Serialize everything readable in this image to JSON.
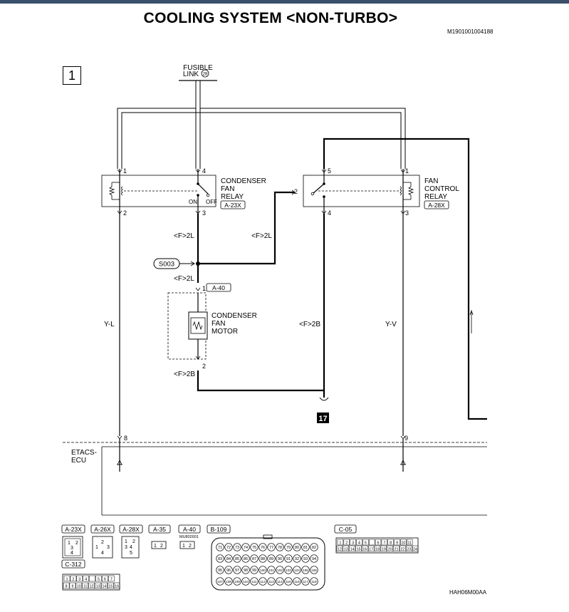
{
  "title": "COOLING SYSTEM <NON-TURBO>",
  "doc_id": "M1901001004188",
  "page_number": "1",
  "footer_code": "HAH06M00AA",
  "fusible_link": {
    "line1": "FUSIBLE",
    "line2": "LINK",
    "number": "28"
  },
  "condenser_fan_relay": {
    "lines": [
      "CONDENSER",
      "FAN",
      "RELAY"
    ],
    "connector": "A-23X",
    "pins": {
      "p1": "1",
      "p2": "2",
      "p3": "3",
      "p4": "4"
    },
    "on_label": "ON",
    "off_label": "OFF"
  },
  "fan_control_relay": {
    "lines": [
      "FAN",
      "CONTROL",
      "RELAY"
    ],
    "connector": "A-28X",
    "pins": {
      "p1": "1",
      "p2": "2",
      "p3": "3",
      "p4": "4",
      "p5": "5"
    }
  },
  "condenser_fan_motor": {
    "lines": [
      "CONDENSER",
      "FAN",
      "MOTOR"
    ],
    "connector": "A-40",
    "pin_top": "1",
    "pin_bottom": "2"
  },
  "wire_labels": {
    "f2l_left": "<F>2L",
    "f2l_mid": "<F>2L",
    "f2l_motor": "<F>2L",
    "f2b_motor": "<F>2B",
    "f2b_right": "<F>2B",
    "y_l": "Y-L",
    "y_v": "Y-V"
  },
  "splice": "S003",
  "ground": "17",
  "etacs": {
    "line1": "ETACS-",
    "line2": "ECU",
    "pin_left": "8",
    "pin_right": "9"
  },
  "connectors": {
    "a23x": {
      "label": "A-23X",
      "pins": [
        "1",
        "2",
        "3",
        "4"
      ]
    },
    "a26x": {
      "label": "A-26X",
      "pins": [
        "1",
        "2",
        "3",
        "4"
      ]
    },
    "a28x": {
      "label": "A-28X",
      "pins": [
        "1",
        "2",
        "3",
        "4",
        "5"
      ]
    },
    "a35": {
      "label": "A-35",
      "pins": [
        "1",
        "2"
      ]
    },
    "a40": {
      "label": "A-40",
      "part": "MU802601",
      "pins": [
        "1",
        "2"
      ]
    },
    "b109": {
      "label": "B-109",
      "rows": [
        [
          "71",
          "72",
          "73",
          "74",
          "75",
          "76",
          "77",
          "78",
          "79",
          "80",
          "81",
          "82"
        ],
        [
          "83",
          "84",
          "85",
          "86",
          "87",
          "88",
          "89",
          "90",
          "91",
          "92",
          "93",
          "94"
        ],
        [
          "95",
          "96",
          "97",
          "98",
          "99",
          "100",
          "101",
          "102",
          "103",
          "104",
          "105",
          "106"
        ],
        [
          "107",
          "108",
          "109",
          "110",
          "111",
          "112",
          "113",
          "114",
          "115",
          "116",
          "117",
          "118"
        ]
      ]
    },
    "c05": {
      "label": "C-05",
      "row1": [
        "1",
        "2",
        "3",
        "4",
        "5",
        "",
        "6",
        "7",
        "8",
        "9",
        "10",
        "11"
      ],
      "row2": [
        "12",
        "13",
        "14",
        "15",
        "16",
        "17",
        "18",
        "19",
        "20",
        "21",
        "22",
        "23",
        "24"
      ]
    },
    "c312": {
      "label": "C-312",
      "row1": [
        "1",
        "2",
        "3",
        "4",
        "",
        "5",
        "6",
        "7"
      ],
      "row2": [
        "8",
        "9",
        "10",
        "11",
        "12",
        "13",
        "14",
        "15",
        "16"
      ]
    }
  }
}
